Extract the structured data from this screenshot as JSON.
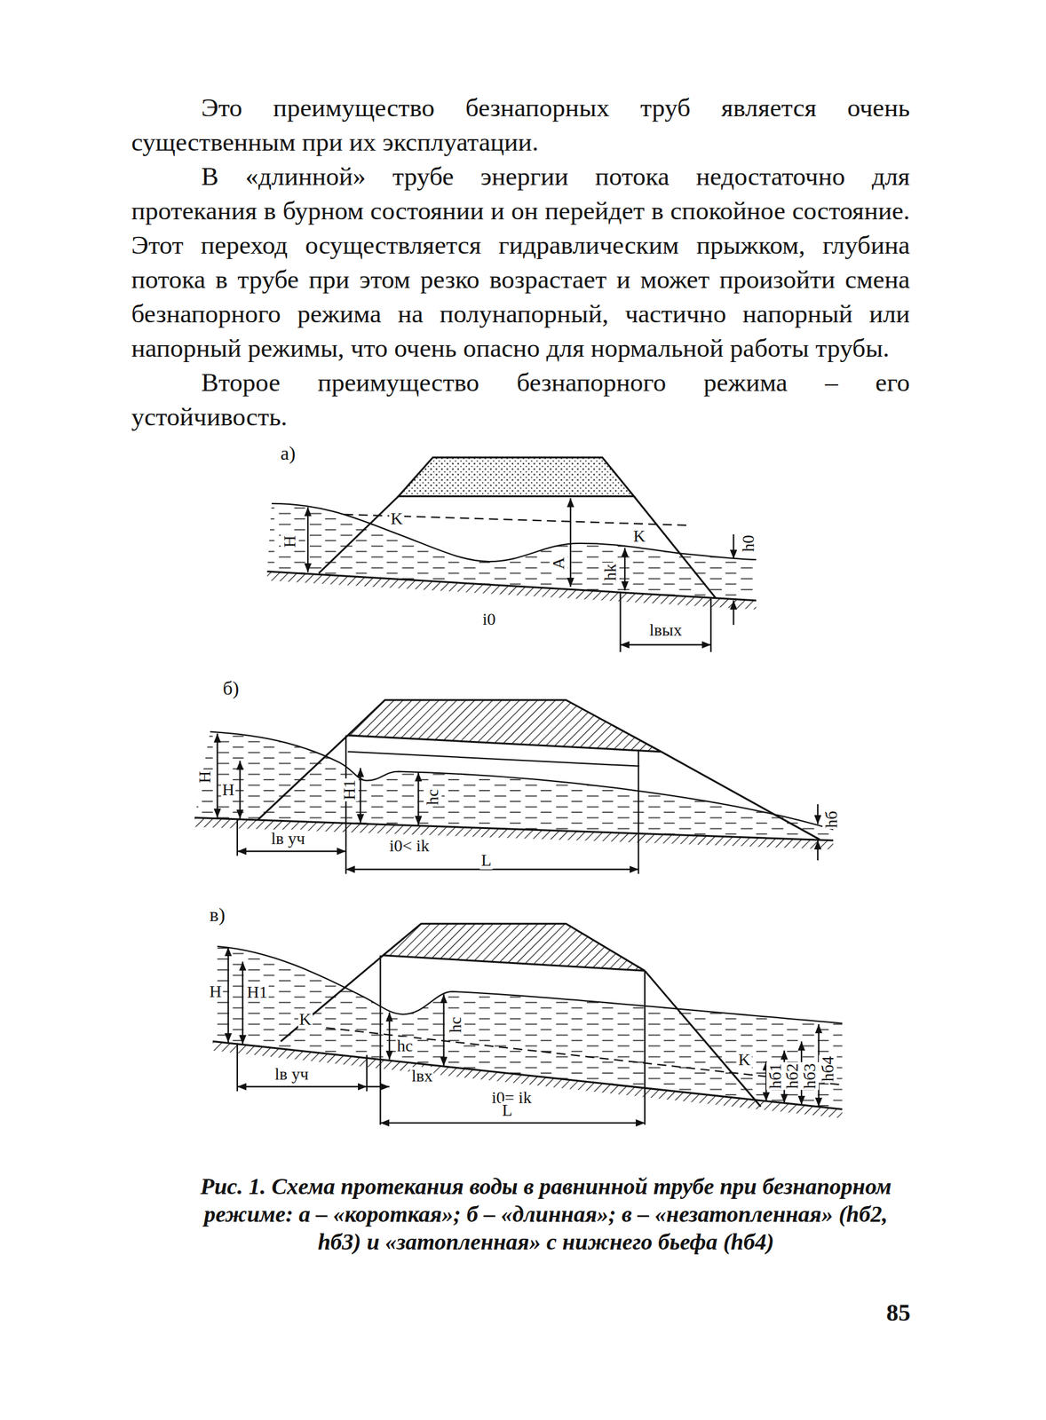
{
  "diagram": {
    "caption": "Рис. 1. Схема протекания воды в равнинной трубе при безнапорном режиме: а – «короткая»; б – «длинная»; в – «незатопленная» (hб2, hб3) и «затопленная» с нижнего бьефа (hб4)",
    "labels": [
      "Это преимущество безнапорных труб является очень существенным при их эксплуатации.",
      "В «длинной» трубе энергии потока недостаточно для протекания в бурном состоянии и он перейдет в спокойное состояние. Этот переход осуществляется гидравлическим прыжком, глубина потока в трубе при этом резко возрастает и может произойти смена безнапорного режима на полунапорный, частично напорный или напорный режимы, что очень опасно для нормальной работы трубы.",
      "Второе преимущество безнапорного режима – его устойчивость.",
      "а)",
      "H",
      "K",
      "A",
      "hk",
      "K",
      "h0",
      "i0",
      "lвых",
      "б)",
      "H",
      "H",
      "H1",
      "hc",
      "hб",
      "lв уч",
      "i0< ik",
      "L",
      "в)",
      "H",
      "H1",
      "K",
      "hc",
      "hc",
      "lв уч",
      "lвх",
      "i0= ik",
      "L",
      "K",
      "hб1",
      "hб2",
      "hб3",
      "hб4",
      "85"
    ]
  }
}
